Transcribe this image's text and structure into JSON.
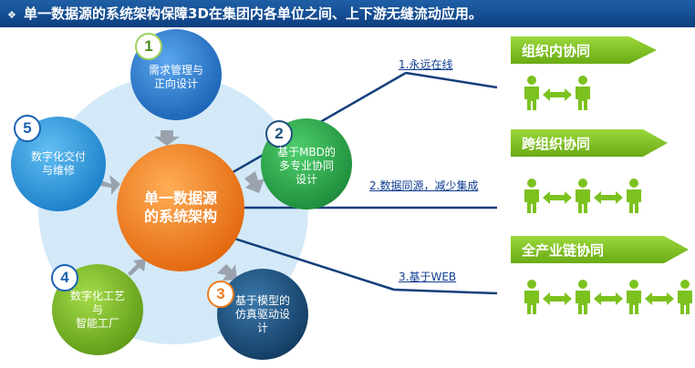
{
  "banner": {
    "bullet": "❖",
    "title": "单一数据源的系统架构保障3D在集团内各单位之间、上下游无缝流动应用。"
  },
  "center": {
    "line1": "单一数据源",
    "line2": "的系统架构"
  },
  "nodes": [
    {
      "num": "1",
      "line1": "需求管理与",
      "line2": "正向设计",
      "line3": ""
    },
    {
      "num": "2",
      "line1": "基于MBD的",
      "line2": "多专业协同",
      "line3": "设计"
    },
    {
      "num": "3",
      "line1": "基于模型的",
      "line2": "仿真驱动设",
      "line3": "计"
    },
    {
      "num": "4",
      "line1": "数字化工艺",
      "line2": "与",
      "line3": "智能工厂"
    },
    {
      "num": "5",
      "line1": "数字化交付",
      "line2": "与维修",
      "line3": ""
    }
  ],
  "links": [
    "1.永远在线",
    "2.数据同源，减少集成",
    "3.基于WEB"
  ],
  "collab": [
    {
      "label": "组织内协同",
      "people": 2
    },
    {
      "label": "跨组织协同",
      "people": 3
    },
    {
      "label": "全产业链协同",
      "people": 4
    }
  ],
  "colors": {
    "node1": "#2b7fd4",
    "node2": "#2fa84f",
    "node3": "#1d4f7a",
    "node4": "#7dbb2a",
    "node5": "#2f98e0",
    "center": "#f07c1e",
    "halo": "#cfe6f7",
    "green": "#7cc21f",
    "line": "#123f7a"
  },
  "icons": [
    "person-icon",
    "double-arrow-icon",
    "gear-connector-icon"
  ]
}
